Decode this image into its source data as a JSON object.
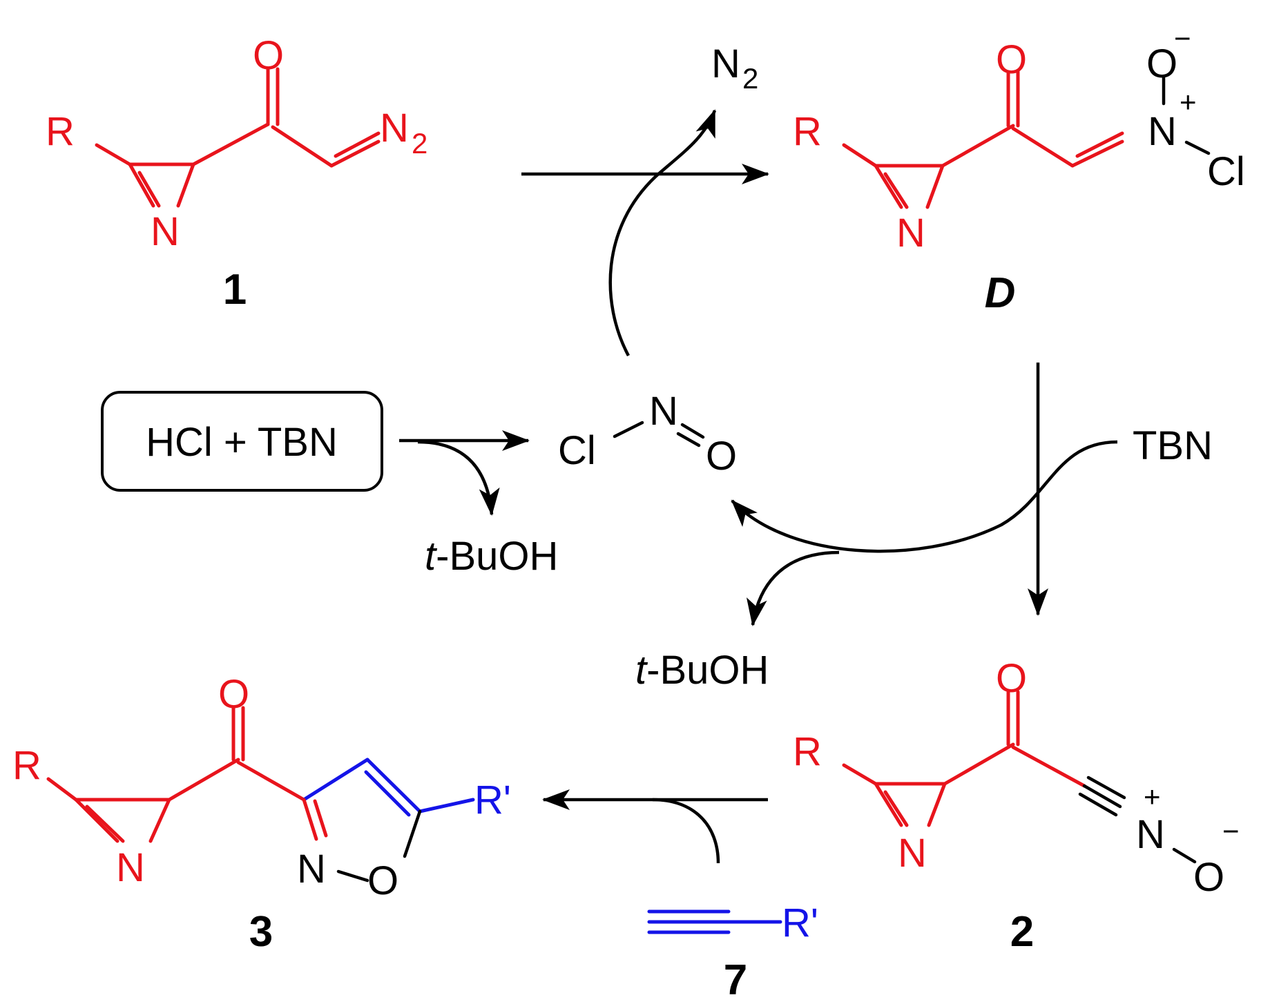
{
  "colors": {
    "core": "#e8141c",
    "alkyne": "#1414e8",
    "reagent": "#000000"
  },
  "compound_1": {
    "number": "1",
    "atoms": {
      "R": "R",
      "O": "O",
      "N_ring": "N",
      "N2_main": "N",
      "N2_sub": "2"
    }
  },
  "intermediate_D": {
    "number": "D",
    "atoms": {
      "R": "R",
      "O": "O",
      "N_ring": "N",
      "N_plus": "N",
      "plus": "+",
      "O_minus": "O",
      "minus": "−",
      "Cl": "Cl"
    }
  },
  "compound_2": {
    "number": "2",
    "atoms": {
      "R": "R",
      "O": "O",
      "N_ring": "N",
      "N_plus": "N",
      "plus": "+",
      "O_minus": "O",
      "minus": "−"
    }
  },
  "compound_3": {
    "number": "3",
    "atoms": {
      "R": "R",
      "O": "O",
      "N_ring": "N",
      "R_prime": "R'",
      "N_isox": "N",
      "O_isox": "O"
    }
  },
  "compound_7": {
    "number": "7",
    "atoms": {
      "R_prime": "R'"
    }
  },
  "nitrosyl_chloride": {
    "Cl": "Cl",
    "N": "N",
    "O": "O"
  },
  "reagents": {
    "box_text": "HCl + TBN",
    "tbn": "TBN",
    "n2_main": "N",
    "n2_sub": "2",
    "tbuoh_prefix": "t",
    "tbuoh_rest": "-BuOH"
  }
}
